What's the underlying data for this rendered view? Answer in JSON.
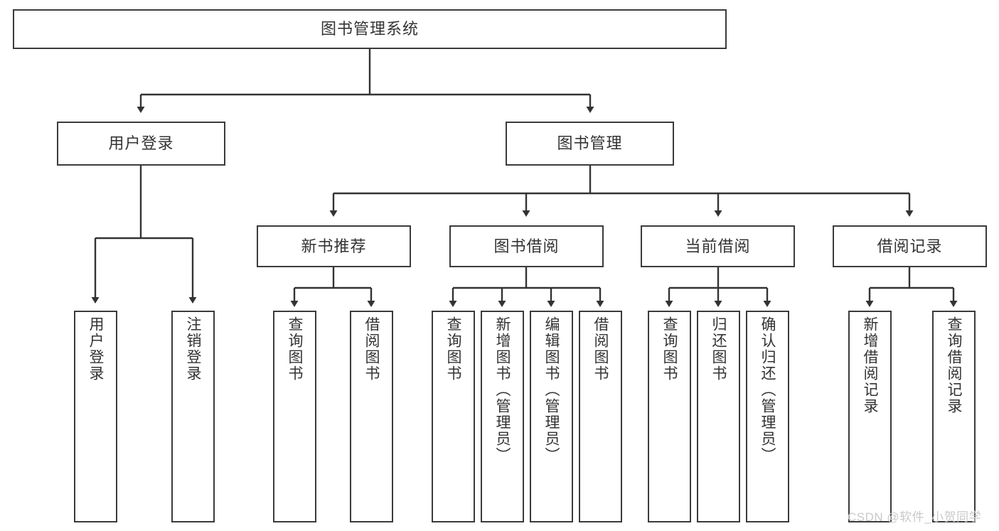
{
  "diagram": {
    "type": "tree-hierarchy-diagram",
    "title": "图书管理系统",
    "watermark": "CSDN @软件_小贺同学",
    "colors": {
      "box_border": "#3b3b3b",
      "box_fill": "#ffffff",
      "connector": "#333333",
      "text": "#333333",
      "watermark": "#c9c9c9",
      "background": "#ffffff"
    },
    "nodes": {
      "root": {
        "label": "图书管理系统",
        "level": 1
      },
      "level2": [
        {
          "id": "user-login",
          "label": "用户登录"
        },
        {
          "id": "book-management",
          "label": "图书管理"
        }
      ],
      "level3": [
        {
          "id": "new-book-recommend",
          "label": "新书推荐",
          "parent": "book-management"
        },
        {
          "id": "book-borrow",
          "label": "图书借阅",
          "parent": "book-management"
        },
        {
          "id": "current-borrow",
          "label": "当前借阅",
          "parent": "book-management"
        },
        {
          "id": "borrow-record",
          "label": "借阅记录",
          "parent": "book-management"
        }
      ],
      "leaves": [
        {
          "id": "leaf-user-login",
          "label": "用户登录",
          "parent": "user-login"
        },
        {
          "id": "leaf-logout-login",
          "label": "注销登录",
          "parent": "user-login"
        },
        {
          "id": "leaf-query-book-1",
          "label": "查询图书",
          "parent": "new-book-recommend"
        },
        {
          "id": "leaf-borrow-book-1",
          "label": "借阅图书",
          "parent": "new-book-recommend"
        },
        {
          "id": "leaf-query-book-2",
          "label": "查询图书",
          "parent": "book-borrow"
        },
        {
          "id": "leaf-add-book",
          "label": "新增图书（管理员）",
          "parent": "book-borrow"
        },
        {
          "id": "leaf-edit-book",
          "label": "编辑图书（管理员）",
          "parent": "book-borrow"
        },
        {
          "id": "leaf-borrow-book-2",
          "label": "借阅图书",
          "parent": "book-borrow"
        },
        {
          "id": "leaf-query-book-3",
          "label": "查询图书",
          "parent": "current-borrow"
        },
        {
          "id": "leaf-return-book",
          "label": "归还图书",
          "parent": "current-borrow"
        },
        {
          "id": "leaf-confirm-return",
          "label": "确认归还（管理员）",
          "parent": "current-borrow"
        },
        {
          "id": "leaf-add-borrow-record",
          "label": "新增借阅记录",
          "parent": "borrow-record"
        },
        {
          "id": "leaf-query-borrow-record",
          "label": "查询借阅记录",
          "parent": "borrow-record"
        }
      ]
    }
  }
}
